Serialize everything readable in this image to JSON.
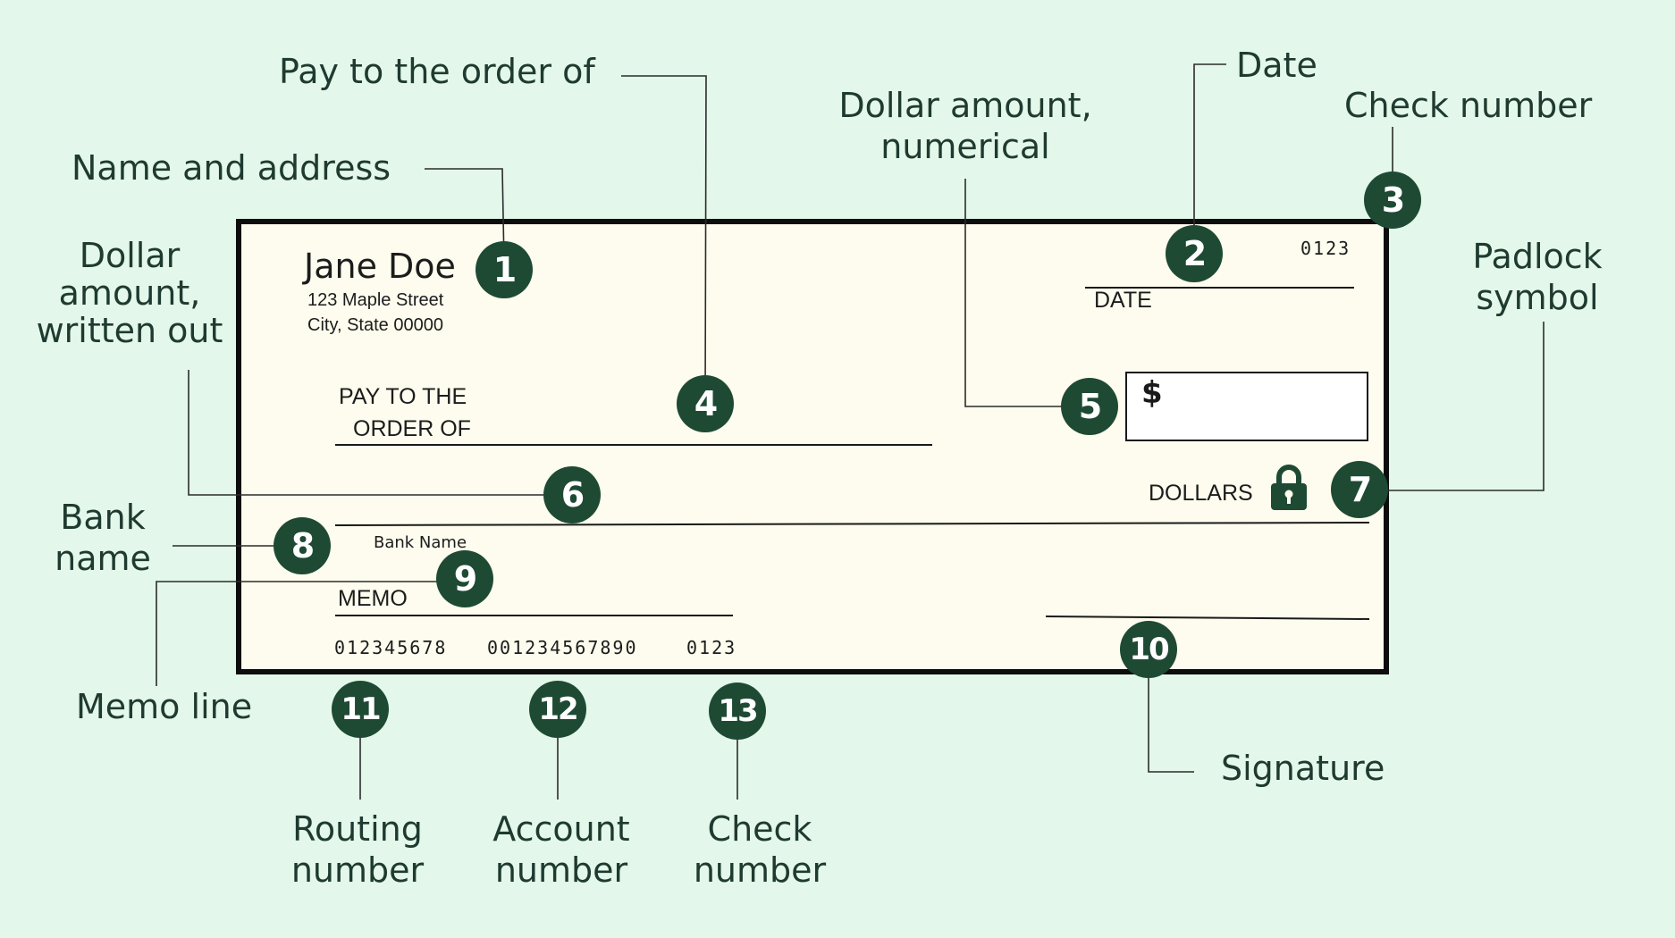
{
  "colors": {
    "background": "#e3f8ea",
    "check_face": "#fdfcee",
    "badge": "#1e4a34",
    "label_text": "#1f3a30",
    "leader_line": "#2b2b2b"
  },
  "check": {
    "name": "Jane Doe",
    "address_line1": "123 Maple Street",
    "address_line2": "City, State 00000",
    "check_number": "0123",
    "date_label": "DATE",
    "pay_to_line1": "PAY TO THE",
    "pay_to_line2": "ORDER OF",
    "dollar_sign": "$",
    "dollars_label": "DOLLARS",
    "padlock_icon": "padlock-icon",
    "bank_name": "Bank Name",
    "memo_label": "MEMO",
    "routing_number": "012345678",
    "account_number": "001234567890",
    "micr_check_number": "0123"
  },
  "badges": [
    "1",
    "2",
    "3",
    "4",
    "5",
    "6",
    "7",
    "8",
    "9",
    "10",
    "11",
    "12",
    "13"
  ],
  "labels": {
    "name_address": "Name and address",
    "pay_order": "Pay to the order of",
    "dollar_numerical_1": "Dollar amount,",
    "dollar_numerical_2": "numerical",
    "date": "Date",
    "check_number_top": "Check number",
    "padlock_1": "Padlock",
    "padlock_2": "symbol",
    "dollar_written_1": "Dollar",
    "dollar_written_2": "amount,",
    "dollar_written_3": "written out",
    "bank_name_1": "Bank",
    "bank_name_2": "name",
    "memo_line": "Memo line",
    "signature": "Signature",
    "routing_1": "Routing",
    "routing_2": "number",
    "account_1": "Account",
    "account_2": "number",
    "check_num_bottom_1": "Check",
    "check_num_bottom_2": "number"
  }
}
